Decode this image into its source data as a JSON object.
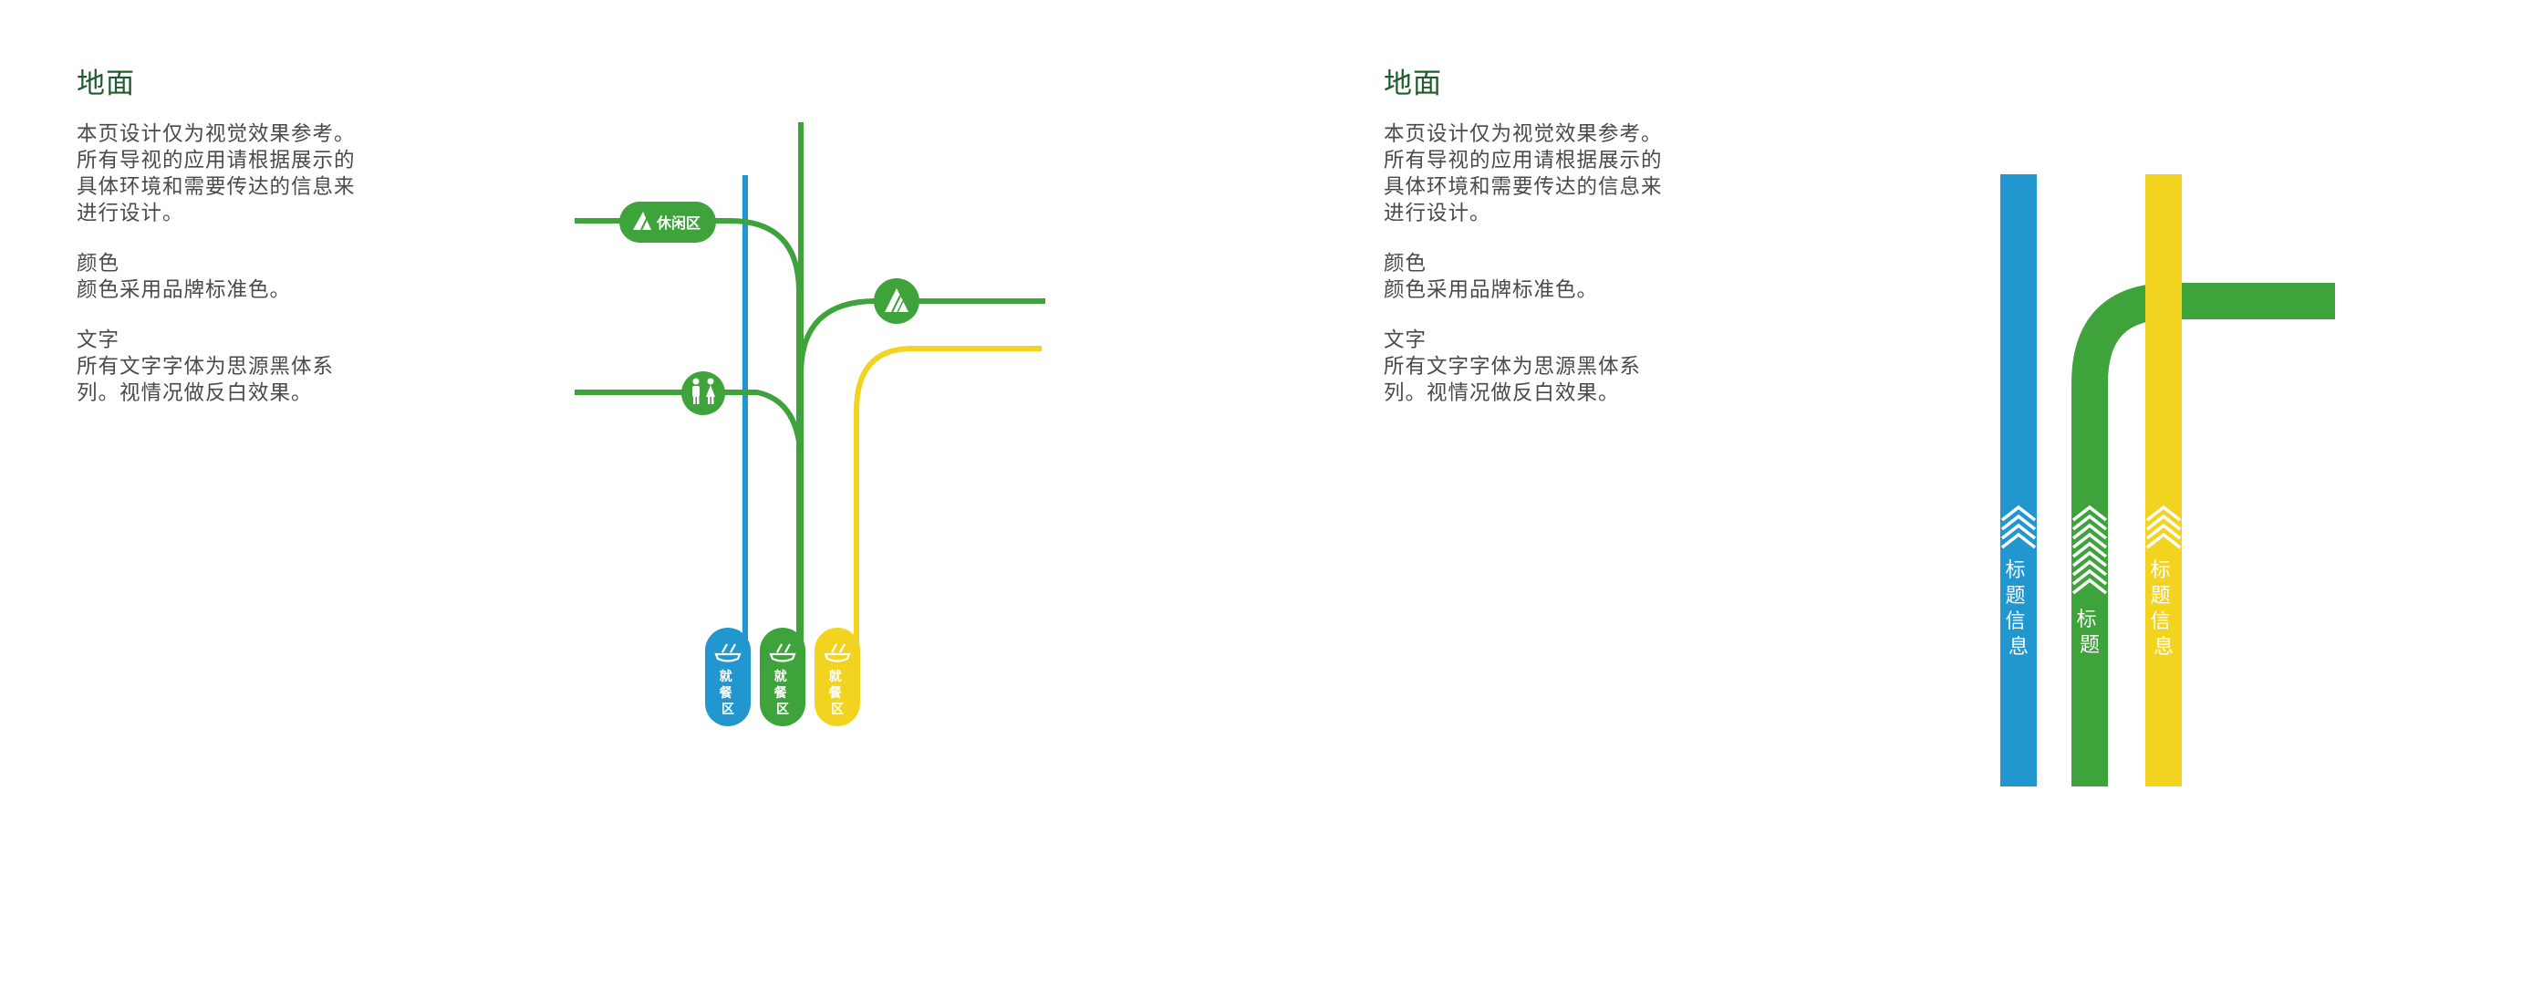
{
  "panels": [
    {
      "title": "地面",
      "intro": "本页设计仅为视觉效果参考。所有导视的应用请根据展示的具体环境和需要传达的信息来进行设计。",
      "color_title": "颜色",
      "color_text": "颜色采用品牌标准色。",
      "font_title": "文字",
      "font_text": "所有文字字体为思源黑体系列。视情况做反白效果。"
    },
    {
      "title": "地面",
      "intro": "本页设计仅为视觉效果参考。所有导视的应用请根据展示的具体环境和需要传达的信息来进行设计。",
      "color_title": "颜色",
      "color_text": "颜色采用品牌标准色。",
      "font_title": "文字",
      "font_text": "所有文字字体为思源黑体系列。视情况做反白效果。"
    }
  ],
  "left_diagram": {
    "leisure_label": "休闲区",
    "dining_labels": [
      {
        "icon": "dining-icon",
        "text": "就餐区",
        "color": "#2196cf"
      },
      {
        "icon": "dining-icon",
        "text": "就餐区",
        "color": "#3ea33a"
      },
      {
        "icon": "dining-icon",
        "text": "就餐区",
        "color": "#f2d320"
      }
    ],
    "icons": [
      "tent-icon",
      "restroom-icon"
    ]
  },
  "right_diagram": {
    "stripes": [
      {
        "text": "标题信息",
        "color": "#2196cf",
        "icon": "chevron-up-icon"
      },
      {
        "text": "标题",
        "color": "#3ea33a",
        "icon": "chevron-up-icon"
      },
      {
        "text": "标题信息",
        "color": "#f2d320",
        "icon": "chevron-up-icon"
      }
    ]
  },
  "colors": {
    "blue": "#2196cf",
    "green": "#3ea33a",
    "yellow": "#f2d320",
    "title_green": "#1e5c2c",
    "text": "#4a4a4a"
  }
}
